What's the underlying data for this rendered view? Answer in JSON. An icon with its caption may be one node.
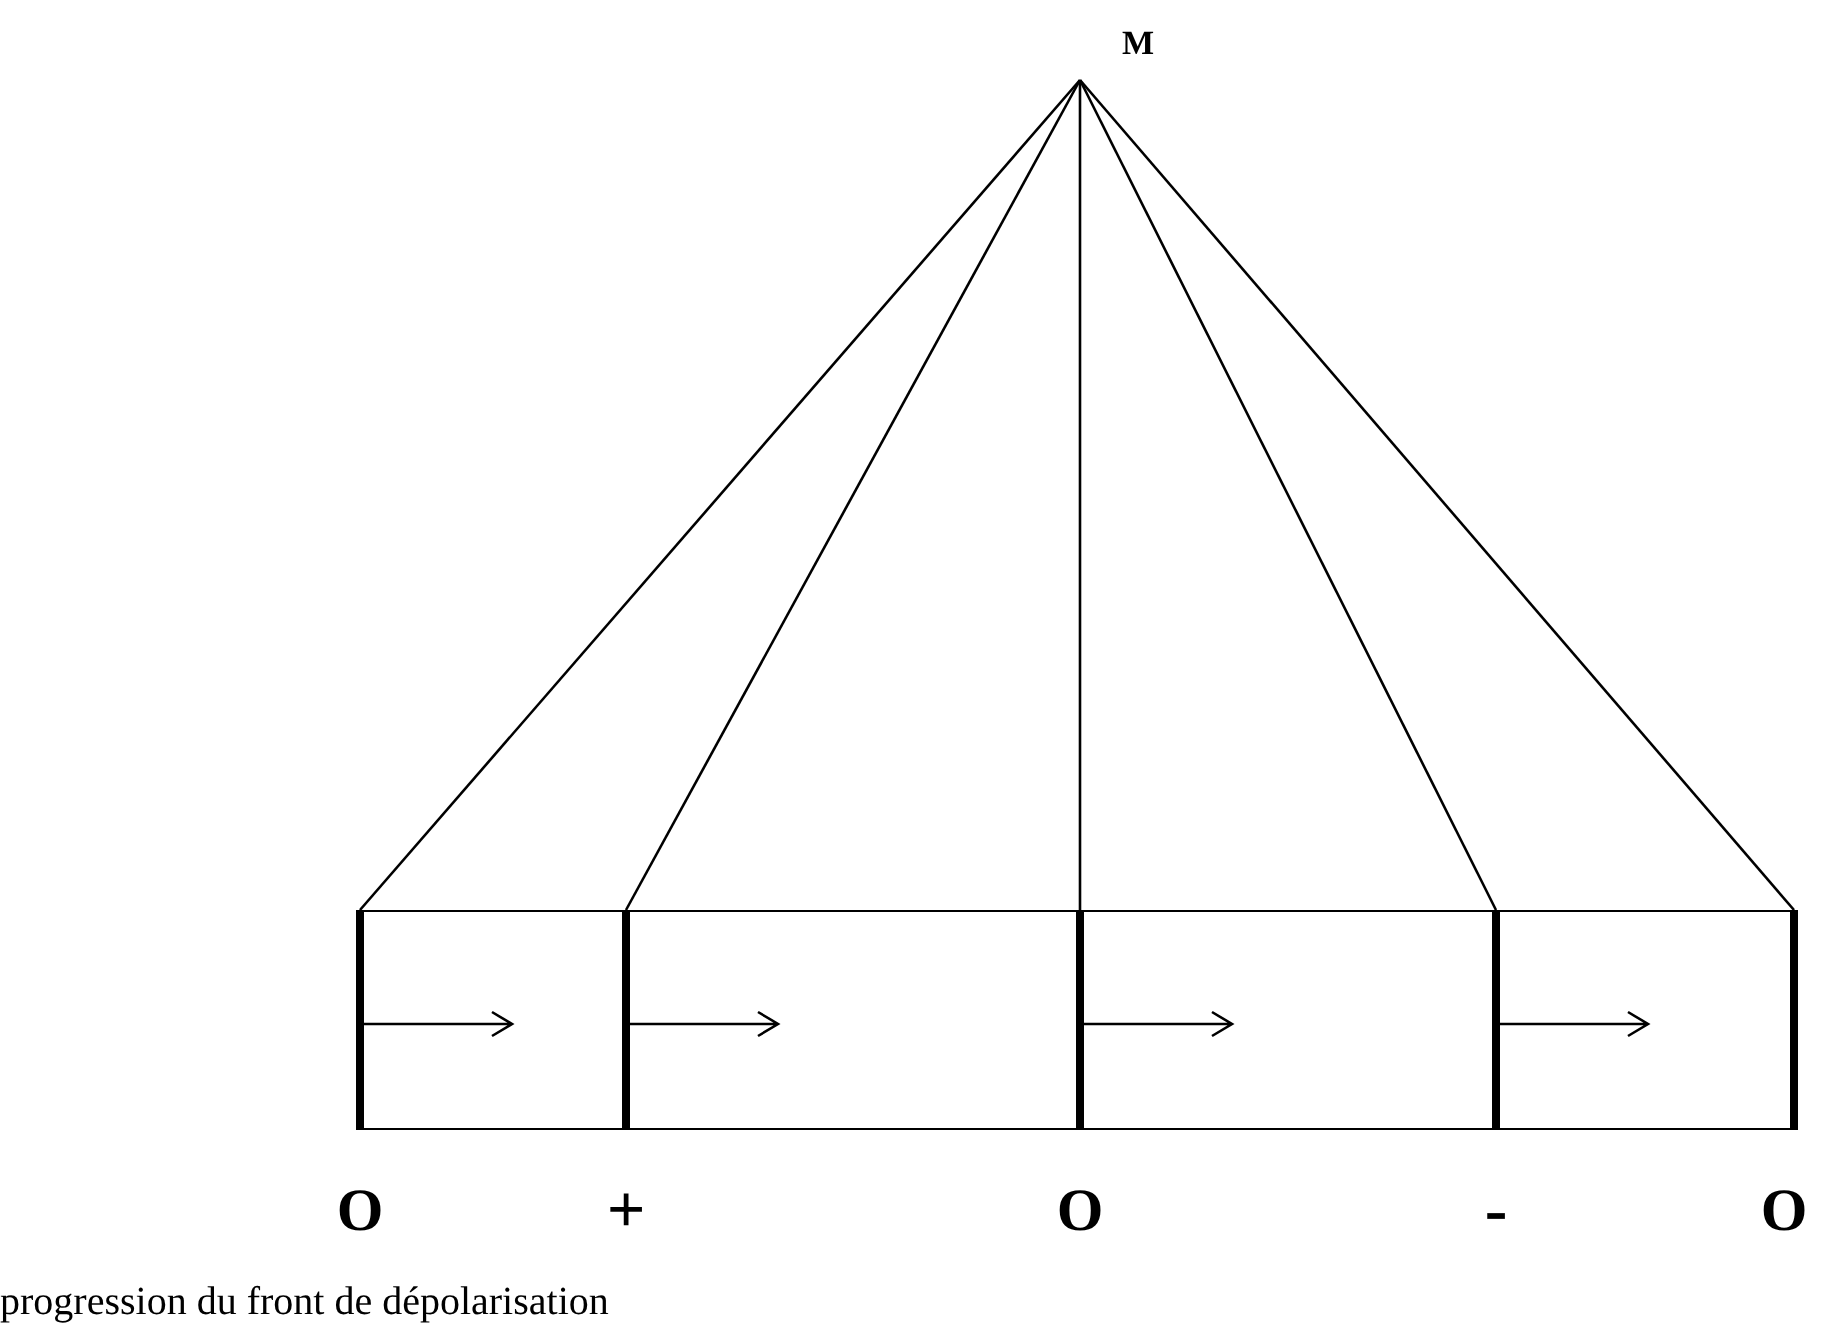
{
  "diagram": {
    "caption": "progression du front de dépolarisation",
    "nodes": [
      {
        "text": [
          "M"
        ]
      },
      {
        "text": [],
        "shape": "bar",
        "beside": [
          "O"
        ]
      },
      {
        "text": [],
        "shape": "bar",
        "beside": [
          "+"
        ]
      },
      {
        "text": [],
        "shape": "bar",
        "beside": [
          "O"
        ]
      },
      {
        "text": [],
        "shape": "bar",
        "beside": [
          "-"
        ]
      },
      {
        "text": [],
        "shape": "bar",
        "beside": [
          "O"
        ]
      },
      {
        "text": [],
        "shape": "box"
      },
      {
        "text": [],
        "shape": "box"
      },
      {
        "text": [],
        "shape": "box"
      },
      {
        "text": [],
        "shape": "box"
      }
    ],
    "edges": [
      {
        "from": 0,
        "to": 1,
        "arrow": "none"
      },
      {
        "from": 0,
        "to": 2,
        "arrow": "none"
      },
      {
        "from": 0,
        "to": 3,
        "arrow": "none"
      },
      {
        "from": 0,
        "to": 4,
        "arrow": "none"
      },
      {
        "from": 0,
        "to": 5,
        "arrow": "none"
      }
    ]
  }
}
